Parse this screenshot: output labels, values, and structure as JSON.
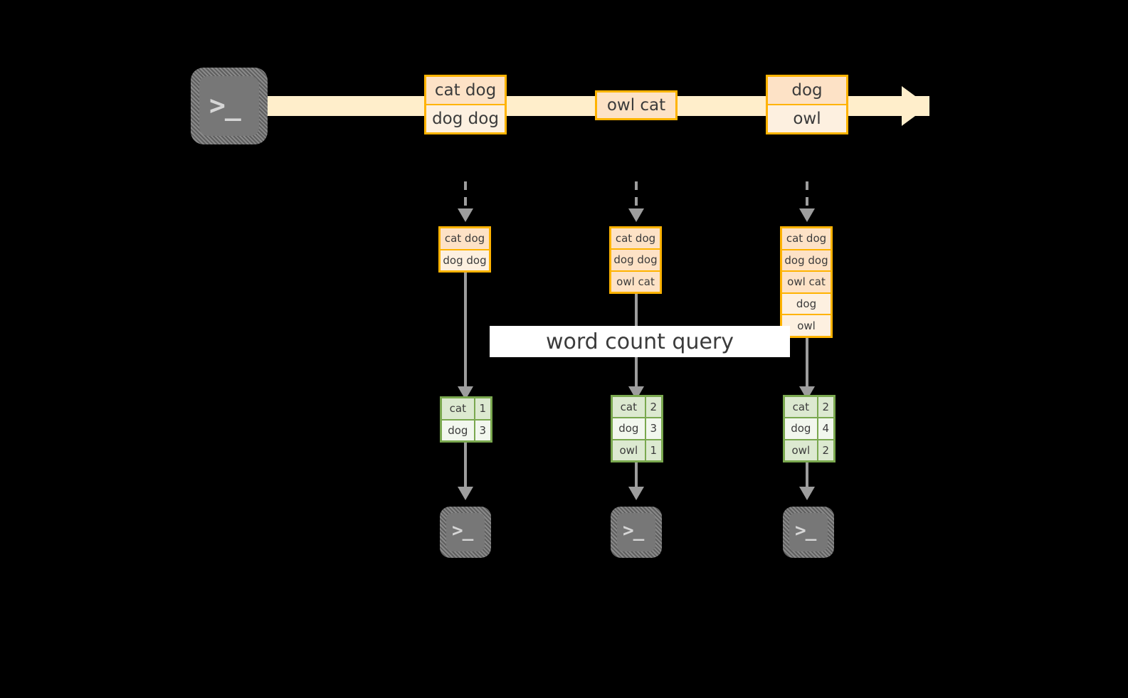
{
  "diagram": {
    "caption": "word count query",
    "source_terminal": {
      "icon": "terminal-prompt-icon",
      "glyph": ">_"
    },
    "stream": {
      "records": [
        {
          "lines": [
            "cat dog",
            "dog dog"
          ]
        },
        {
          "lines": [
            "owl cat"
          ]
        },
        {
          "lines": [
            "dog",
            "owl"
          ]
        }
      ]
    },
    "snapshots": [
      {
        "lines": [
          "cat dog",
          "dog dog"
        ]
      },
      {
        "lines": [
          "cat dog",
          "dog dog",
          "owl cat"
        ]
      },
      {
        "lines": [
          "cat dog",
          "dog dog",
          "owl cat",
          "dog",
          "owl"
        ]
      }
    ],
    "results": [
      {
        "rows": [
          {
            "word": "cat",
            "count": "1"
          },
          {
            "word": "dog",
            "count": "3"
          }
        ]
      },
      {
        "rows": [
          {
            "word": "cat",
            "count": "2"
          },
          {
            "word": "dog",
            "count": "3"
          },
          {
            "word": "owl",
            "count": "1"
          }
        ]
      },
      {
        "rows": [
          {
            "word": "cat",
            "count": "2"
          },
          {
            "word": "dog",
            "count": "4"
          },
          {
            "word": "owl",
            "count": "2"
          }
        ]
      }
    ],
    "sink_terminals": [
      {
        "icon": "terminal-prompt-icon",
        "glyph": ">_"
      },
      {
        "icon": "terminal-prompt-icon",
        "glyph": ">_"
      },
      {
        "icon": "terminal-prompt-icon",
        "glyph": ">_"
      }
    ],
    "colors": {
      "background": "#000000",
      "stream_fill": "#ffeecb",
      "record_border": "#ffb300",
      "record_fill": "#fdf0e0",
      "record_fill_shaded": "#fde2c6",
      "result_border": "#7aa84f",
      "result_fill": "#f2f7ee",
      "result_fill_shaded": "#dce9d0",
      "connector": "#9d9d9d",
      "terminal_gray": "#777777",
      "caption_background": "#ffffff",
      "text": "#3b3b3b"
    }
  }
}
